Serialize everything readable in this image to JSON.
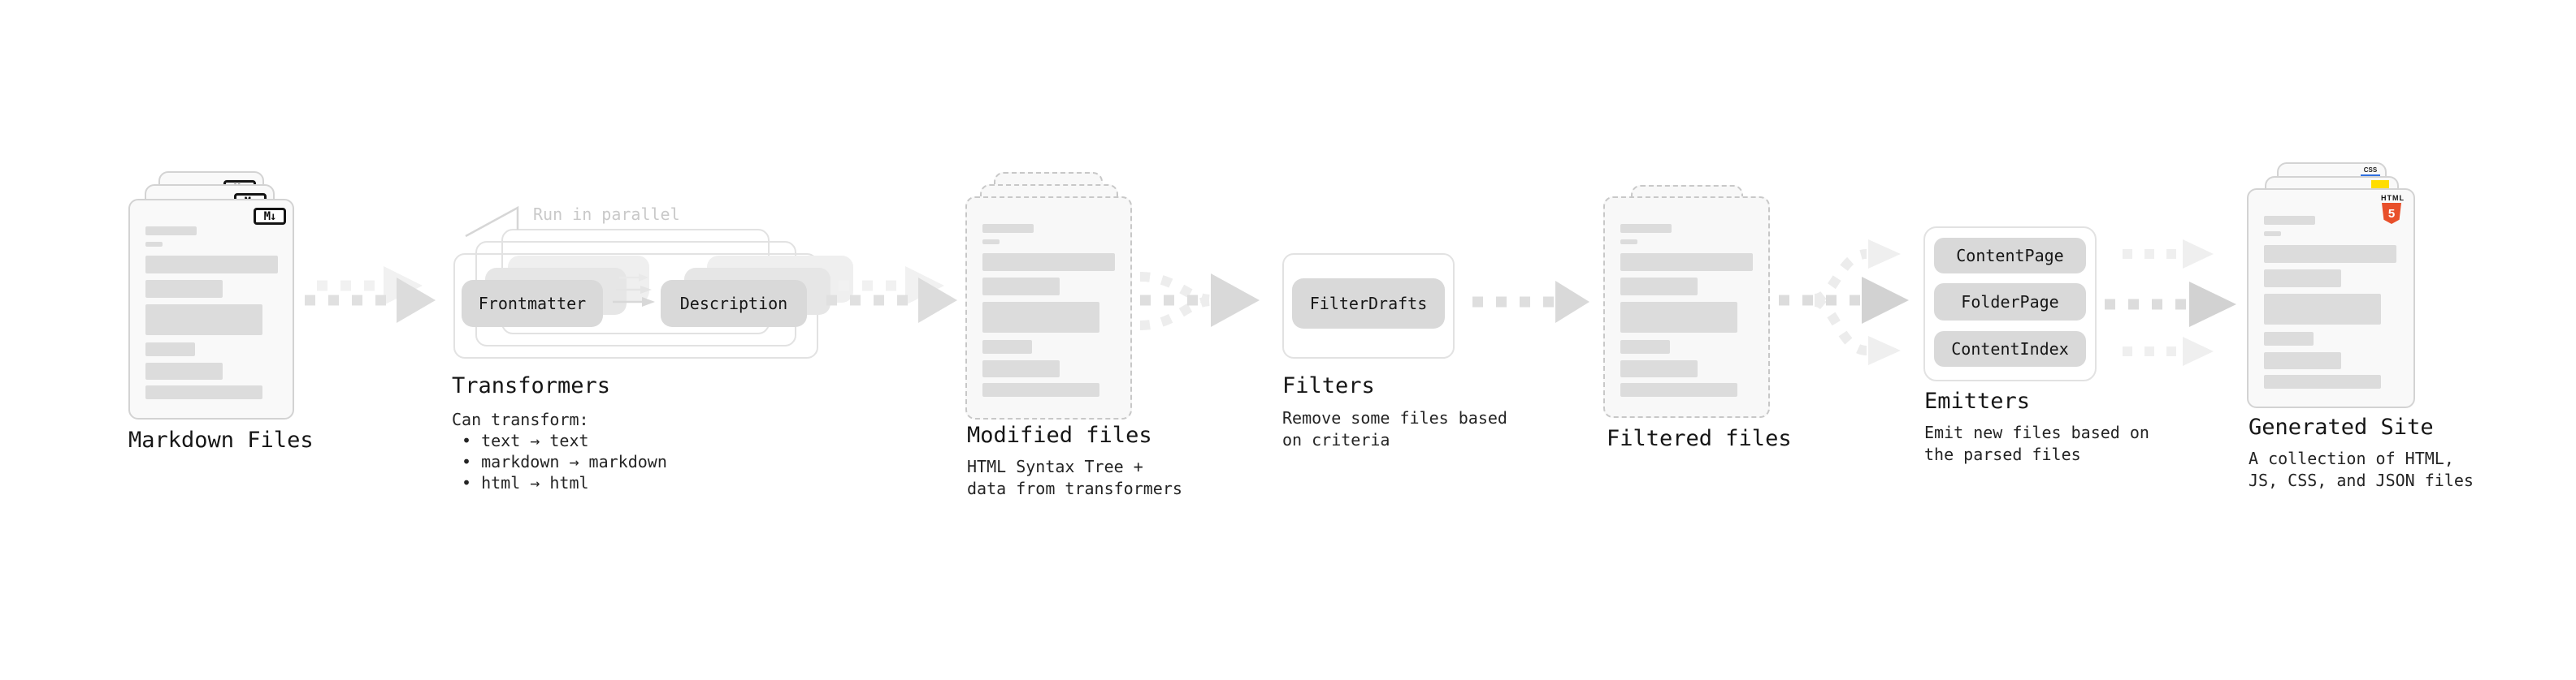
{
  "stages": {
    "markdown": {
      "label": "Markdown Files",
      "badge": "M↓"
    },
    "transformers": {
      "label": "Transformers",
      "annotation": "Run in parallel",
      "box1": "Frontmatter",
      "box2": "Description",
      "desc_title": "Can transform:",
      "bullets": [
        "• text → text",
        "• markdown → markdown",
        "• html → html"
      ]
    },
    "modified": {
      "label": "Modified files",
      "desc": "HTML Syntax Tree +\ndata from transformers"
    },
    "filters": {
      "label": "Filters",
      "box": "FilterDrafts",
      "desc": "Remove some files based\non criteria"
    },
    "filtered": {
      "label": "Filtered files"
    },
    "emitters": {
      "label": "Emitters",
      "box1": "ContentPage",
      "box2": "FolderPage",
      "box3": "ContentIndex",
      "desc": "Emit new files based on\nthe parsed files"
    },
    "generated": {
      "label": "Generated Site",
      "desc": "A collection of HTML,\nJS, CSS, and JSON files",
      "badge_css": "CSS",
      "badge_html_label": "HTML",
      "badge_html_number": "5"
    }
  },
  "colors": {
    "html5_orange": "#e8502b",
    "js_yellow": "#ffdd00",
    "css_blue": "#2f6fe0"
  }
}
